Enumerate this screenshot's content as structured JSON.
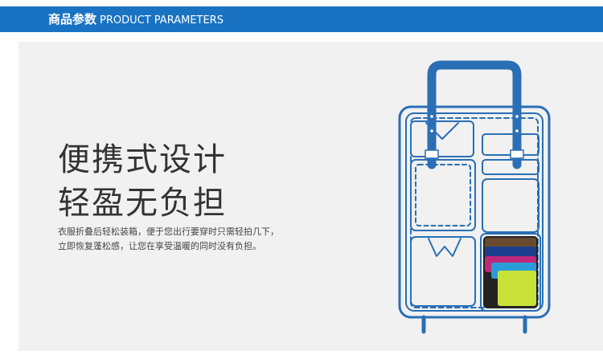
{
  "header": {
    "title_cn": "商品参数",
    "title_en": "PRODUCT PARAMETERS",
    "bg_color": "#1a73c2"
  },
  "headline": {
    "line1": "便携式设计",
    "line2": "轻盈无负担"
  },
  "description": {
    "line1": "衣服折叠后轻松装箱，便于您出行要穿时只需轻拍几下，",
    "line2": "立即恢复蓬松感，让您在享受温暖的同时没有负担。"
  },
  "illustration": {
    "icon": "suitcase-icon",
    "outline_color": "#2a6fb5",
    "garment_colors": [
      "#6a4a2e",
      "#1d3e8c",
      "#c0287a",
      "#2a9dd6",
      "#c9e23a"
    ]
  }
}
